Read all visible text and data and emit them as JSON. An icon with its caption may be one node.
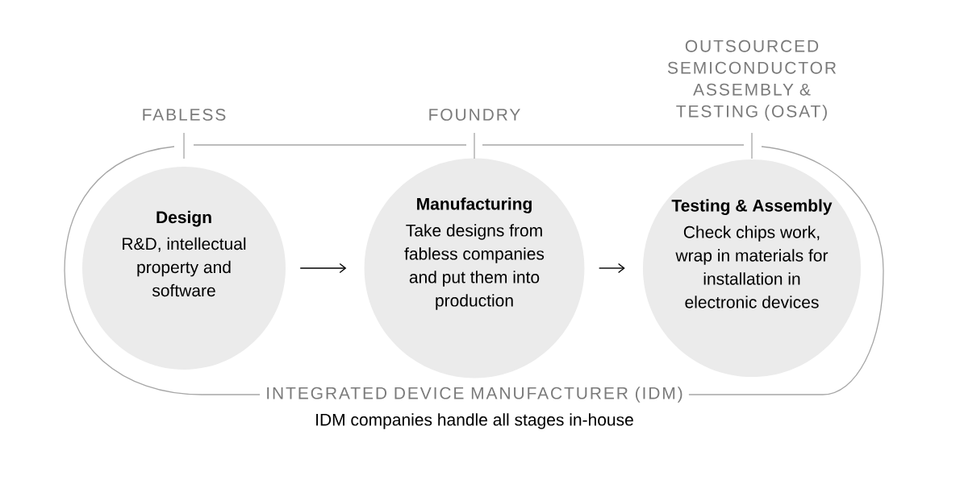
{
  "diagram": {
    "nodes": [
      {
        "text": [
          "Design",
          "R&D, intellectual property and software"
        ]
      },
      {
        "text": [
          "Manufacturing",
          "Take designs from fabless companies and put them into production"
        ]
      },
      {
        "text": [
          "Testing & Assembly",
          "Check chips work, wrap in materials for installation in electronic devices"
        ]
      }
    ],
    "edges": [
      {
        "from": 0,
        "to": 1,
        "arrow": "to"
      },
      {
        "from": 1,
        "to": 2,
        "arrow": "to"
      }
    ],
    "labels": [
      "FABLESS",
      "FOUNDRY",
      "OUTSOURCED SEMICONDUCTOR ASSEMBLY & TESTING (OSAT)",
      "INTEGRATED DEVICE MANUFACTURER (IDM)",
      "IDM companies handle all stages in-house"
    ]
  }
}
